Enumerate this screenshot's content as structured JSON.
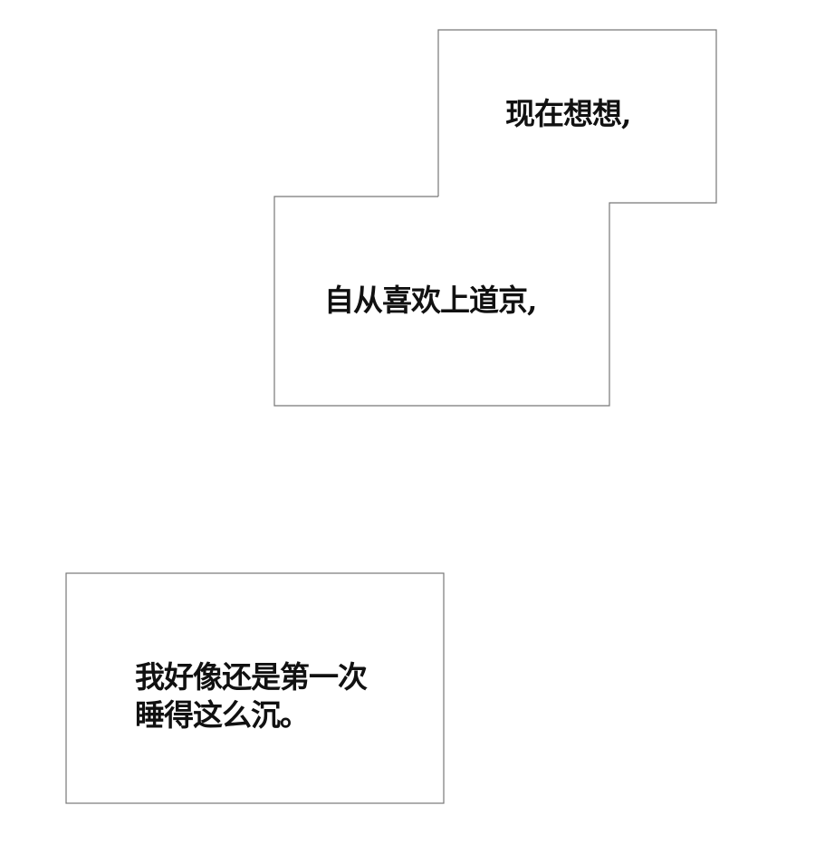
{
  "page": {
    "background": "#ffffff",
    "border_color": "#777777"
  },
  "captions": [
    {
      "id": "caption-1",
      "lines": [
        "现在想想,"
      ]
    },
    {
      "id": "caption-2",
      "lines": [
        "自从喜欢上道京,"
      ]
    },
    {
      "id": "caption-3",
      "lines": [
        "我好像还是第一次",
        "睡得这么沉。"
      ]
    }
  ]
}
